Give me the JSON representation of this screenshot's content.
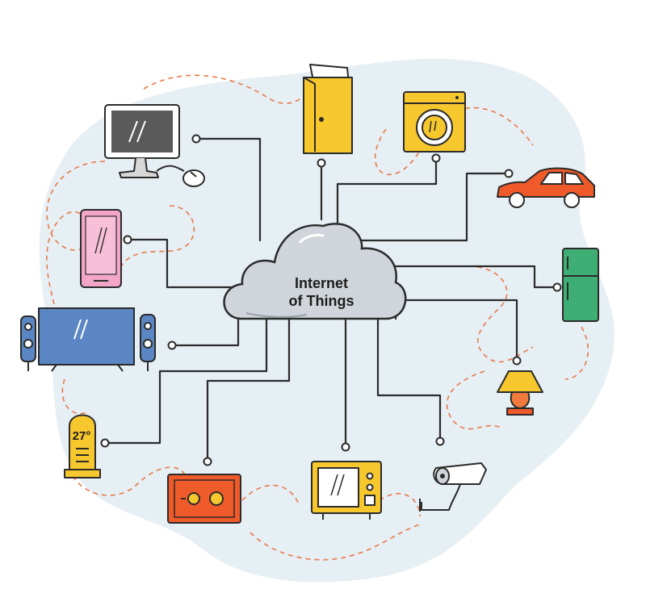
{
  "center": {
    "line1": "Internet",
    "line2": "of Things"
  },
  "devices": {
    "thermostat_reading": "27°"
  },
  "colors": {
    "blob": "#e6eff4",
    "cloud": "#cfd5da",
    "wire": "#2b2b2b",
    "dashed_path": "#e8794a",
    "yellow": "#f7c72e",
    "pink": "#f3a6c8",
    "blue": "#5b86c4",
    "green": "#3fae74",
    "red_orange": "#ef5a2a",
    "orange": "#f07a3b",
    "gray": "#7c7c7c"
  },
  "icons": [
    "desktop-computer-icon",
    "computer-mouse-icon",
    "door-icon",
    "washing-machine-icon",
    "car-icon",
    "smartphone-icon",
    "refrigerator-icon",
    "tv-speakers-icon",
    "table-lamp-icon",
    "thermostat-icon",
    "safe-icon",
    "microwave-icon",
    "security-camera-icon",
    "cloud-icon"
  ]
}
